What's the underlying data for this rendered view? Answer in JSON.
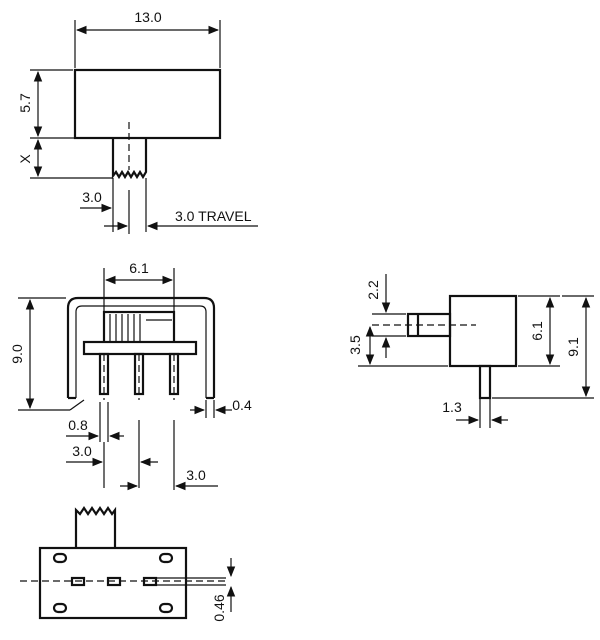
{
  "top_view": {
    "width_label": "13.0",
    "height_label": "5.7",
    "x_label": "X",
    "pitch_label": "3.0",
    "travel_label": "3.0 TRAVEL"
  },
  "front_view": {
    "width_label": "6.1",
    "height_label": "9.0",
    "lead_width_label": "0.8",
    "pitch_left_label": "3.0",
    "pitch_right_label": "3.0",
    "lead_thickness_label": "0.4"
  },
  "side_view": {
    "actuator_label": "2.2",
    "offset_label": "3.5",
    "body_height_label": "6.1",
    "total_height_label": "9.1",
    "pin_label": "1.3"
  },
  "bottom_view": {
    "offset_label": "0.46"
  }
}
